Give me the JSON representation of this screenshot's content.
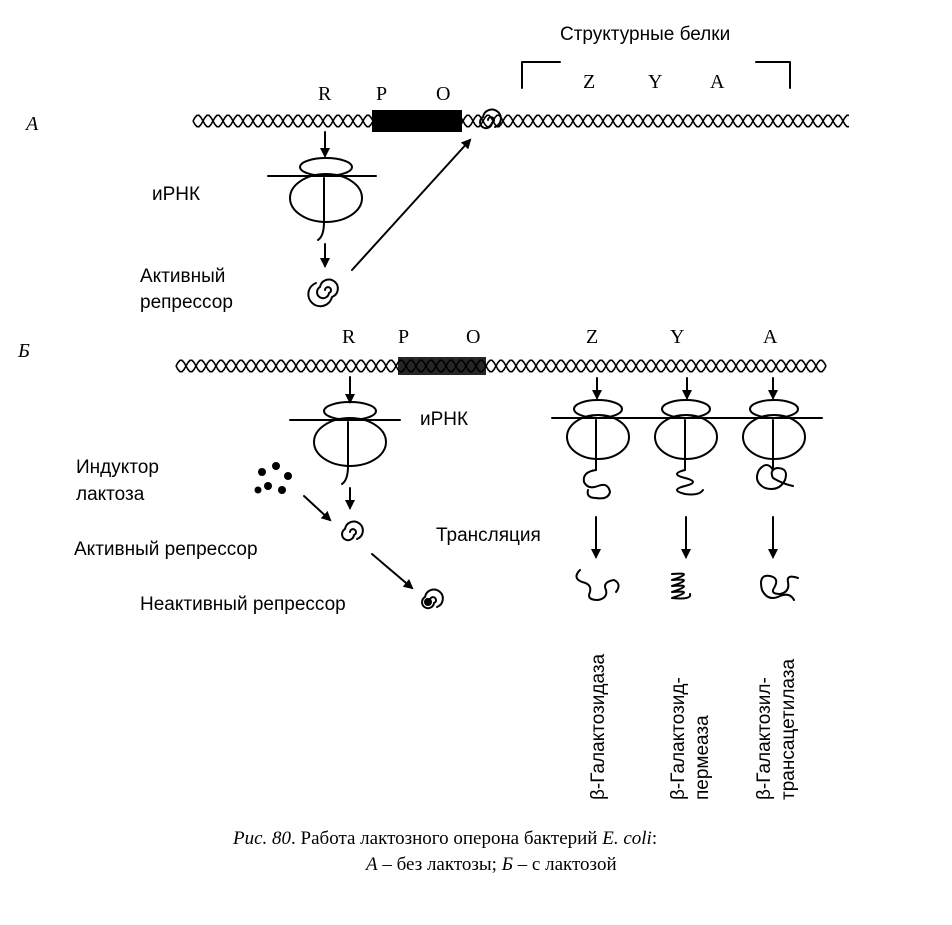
{
  "panel_a": {
    "letter": "А",
    "genes": {
      "r": "R",
      "p": "P",
      "o": "O"
    },
    "structural_label": "Структурные белки",
    "structural_genes": [
      "Z",
      "Y",
      "A"
    ],
    "mrna_label": "иРНК",
    "repressor_line1": "Активный",
    "repressor_line2": "репрессор"
  },
  "panel_b": {
    "letter": "Б",
    "genes": [
      "R",
      "P",
      "O",
      "Z",
      "Y",
      "A"
    ],
    "mrna_label": "иРНК",
    "inducer_line1": "Индуктор",
    "inducer_line2": "лактоза",
    "active_repressor": "Активный репрессор",
    "inactive_repressor": "Неактивный репрессор",
    "translation": "Трансляция",
    "enzymes": [
      {
        "line1": "β-Галактозидаза",
        "line2": ""
      },
      {
        "line1": "β-Галактозид-",
        "line2": "пермеаза"
      },
      {
        "line1": "β-Галактозил-",
        "line2": "трансацетилаза"
      }
    ]
  },
  "caption": {
    "fig": "Рис. 80",
    "title": ". Работа лактозного оперона бактерий ",
    "species": "E. coli",
    "colon": ":",
    "a_letter": "А",
    "a_text": " – без лактозы; ",
    "b_letter": "Б",
    "b_text": " – с лактозой"
  }
}
